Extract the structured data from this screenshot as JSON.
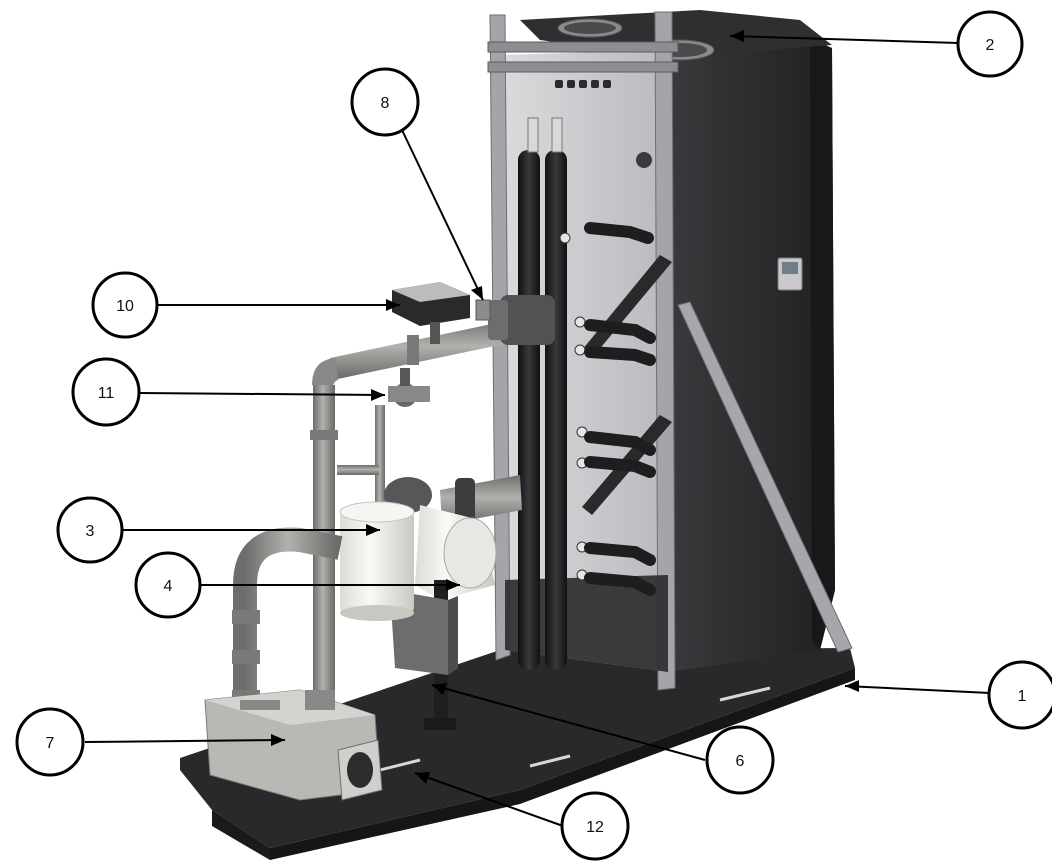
{
  "callouts": [
    {
      "id": "1",
      "label": "1"
    },
    {
      "id": "2",
      "label": "2"
    },
    {
      "id": "3",
      "label": "3"
    },
    {
      "id": "4",
      "label": "4"
    },
    {
      "id": "6",
      "label": "6"
    },
    {
      "id": "7",
      "label": "7"
    },
    {
      "id": "8",
      "label": "8"
    },
    {
      "id": "10",
      "label": "10"
    },
    {
      "id": "11",
      "label": "11"
    },
    {
      "id": "12",
      "label": "12"
    }
  ],
  "colors": {
    "cabinet": "#2b2b2d",
    "cabinet_dark": "#1d1d1f",
    "back_panel": "#cfd0d2",
    "frame": "#9a9b9e",
    "pipe": "#8e8c8a",
    "manifold": "#1c1c1e",
    "tank": "#f0efeb",
    "base": "#262628",
    "callout_stroke": "#000000"
  }
}
